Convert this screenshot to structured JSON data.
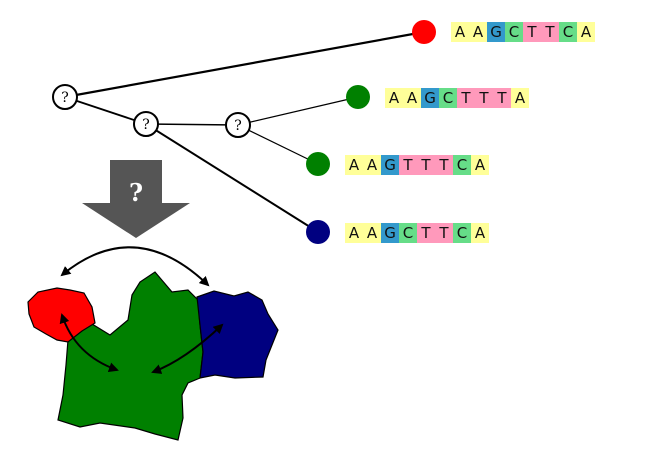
{
  "tree": {
    "internal_node_label": "?",
    "node_count": 3
  },
  "sequences": [
    {
      "color": "#ff0000",
      "bases": [
        "A",
        "A",
        "G",
        "C",
        "T",
        "T",
        "C",
        "A"
      ]
    },
    {
      "color": "#008000",
      "bases": [
        "A",
        "A",
        "G",
        "C",
        "T",
        "T",
        "T",
        "A"
      ]
    },
    {
      "color": "#008000",
      "bases": [
        "A",
        "A",
        "G",
        "T",
        "T",
        "T",
        "C",
        "A"
      ]
    },
    {
      "color": "#000080",
      "bases": [
        "A",
        "A",
        "G",
        "C",
        "T",
        "T",
        "C",
        "A"
      ]
    }
  ],
  "base_colors": {
    "A": "#ffff99",
    "G": "#3399cc",
    "C": "#66dd88",
    "T": "#ff99bb"
  },
  "arrow": {
    "label": "?",
    "color": "#555555"
  },
  "regions": [
    {
      "name": "red",
      "color": "#ff0000"
    },
    {
      "name": "green",
      "color": "#008000"
    },
    {
      "name": "blue",
      "color": "#000080"
    }
  ]
}
